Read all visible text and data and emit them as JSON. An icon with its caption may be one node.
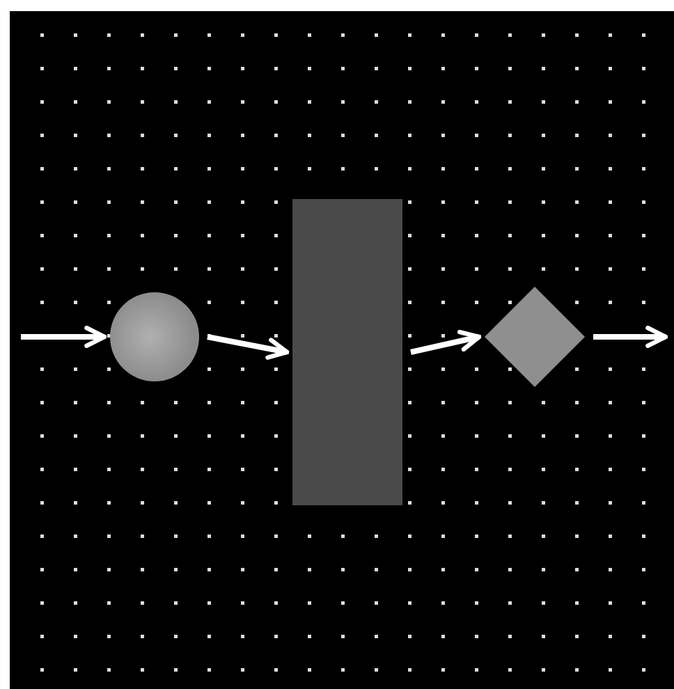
{
  "diagram": {
    "nodes": [
      {
        "text": [],
        "shape": "circle"
      },
      {
        "text": [],
        "shape": "box"
      },
      {
        "text": [],
        "shape": "diamond"
      }
    ],
    "edges": [
      {
        "from": null,
        "to": 0,
        "arrow": "to"
      },
      {
        "from": 0,
        "to": 1,
        "arrow": "to"
      },
      {
        "from": 1,
        "to": 2,
        "arrow": "to"
      },
      {
        "from": 2,
        "to": null,
        "arrow": "to"
      }
    ]
  }
}
